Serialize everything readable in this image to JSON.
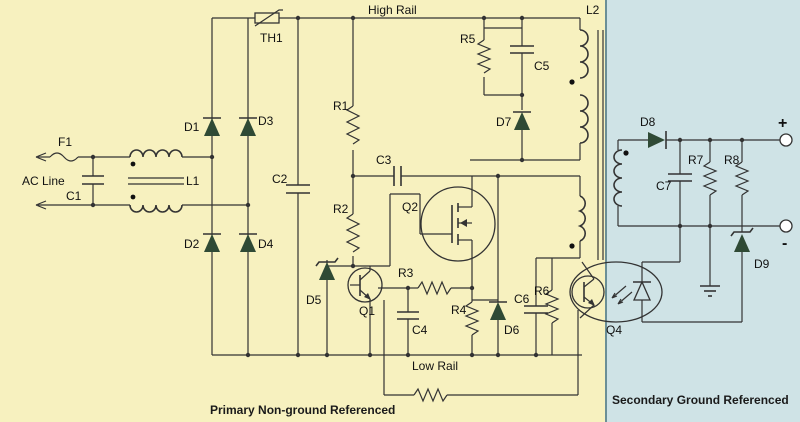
{
  "colors": {
    "primary_bg": "#f7f1bf",
    "secondary_bg": "#cfe3e6",
    "divider": "#6b8f96",
    "wire": "#333333",
    "diode_fill": "#2f4a35"
  },
  "regions": {
    "primary": "Primary Non-ground Referenced",
    "secondary": "Secondary Ground  Referenced"
  },
  "rails": {
    "high": "High Rail",
    "low": "Low Rail"
  },
  "input": {
    "ac_line": "AC Line"
  },
  "terminals": {
    "plus": "+",
    "minus": "-"
  },
  "components": {
    "F1": "F1",
    "C1": "C1",
    "L1": "L1",
    "D1": "D1",
    "D2": "D2",
    "D3": "D3",
    "D4": "D4",
    "TH1": "TH1",
    "C2": "C2",
    "R1": "R1",
    "R2": "R2",
    "C3": "C3",
    "R5": "R5",
    "C5": "C5",
    "D7": "D7",
    "L2": "L2",
    "Q2": "Q2",
    "D5": "D5",
    "Q1": "Q1",
    "R3": "R3",
    "C4": "C4",
    "R4": "R4",
    "D6": "D6",
    "C6": "C6",
    "R6": "R6",
    "Q4": "Q4",
    "D8": "D8",
    "C7": "C7",
    "R7": "R7",
    "R8": "R8",
    "D9": "D9"
  }
}
